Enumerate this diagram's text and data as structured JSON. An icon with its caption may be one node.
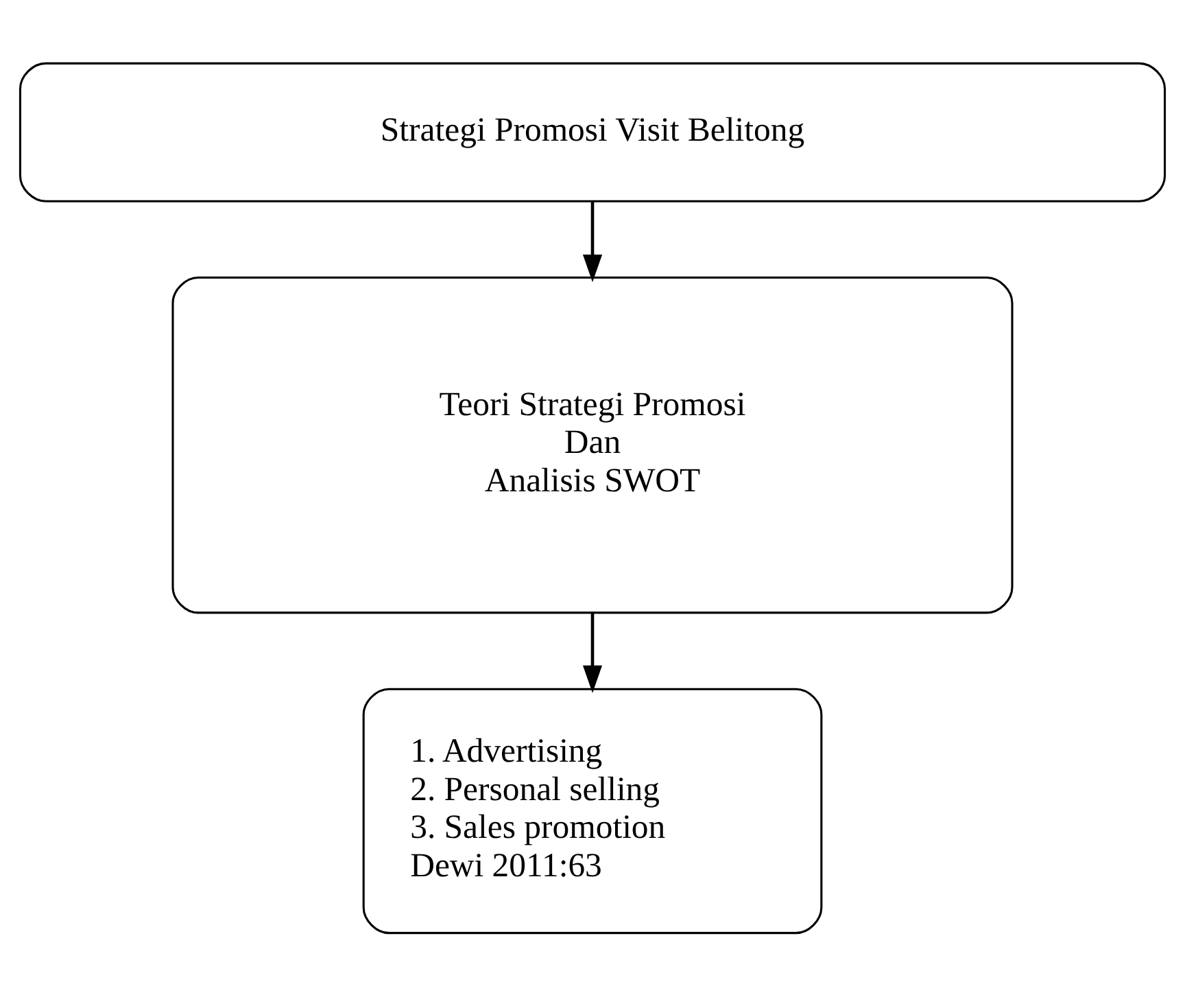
{
  "diagram": {
    "nodes": [
      {
        "text": [
          "Strategi Promosi Visit Belitong"
        ]
      },
      {
        "text": [
          "Teori Strategi Promosi",
          "Dan",
          "Analisis SWOT"
        ]
      },
      {
        "text": [
          "1. Advertising",
          "2. Personal selling",
          "3. Sales promotion",
          "Dewi 2011:63"
        ]
      }
    ],
    "edges": [
      {
        "from": 0,
        "to": 1,
        "arrow": "to"
      },
      {
        "from": 1,
        "to": 2,
        "arrow": "to"
      }
    ]
  }
}
